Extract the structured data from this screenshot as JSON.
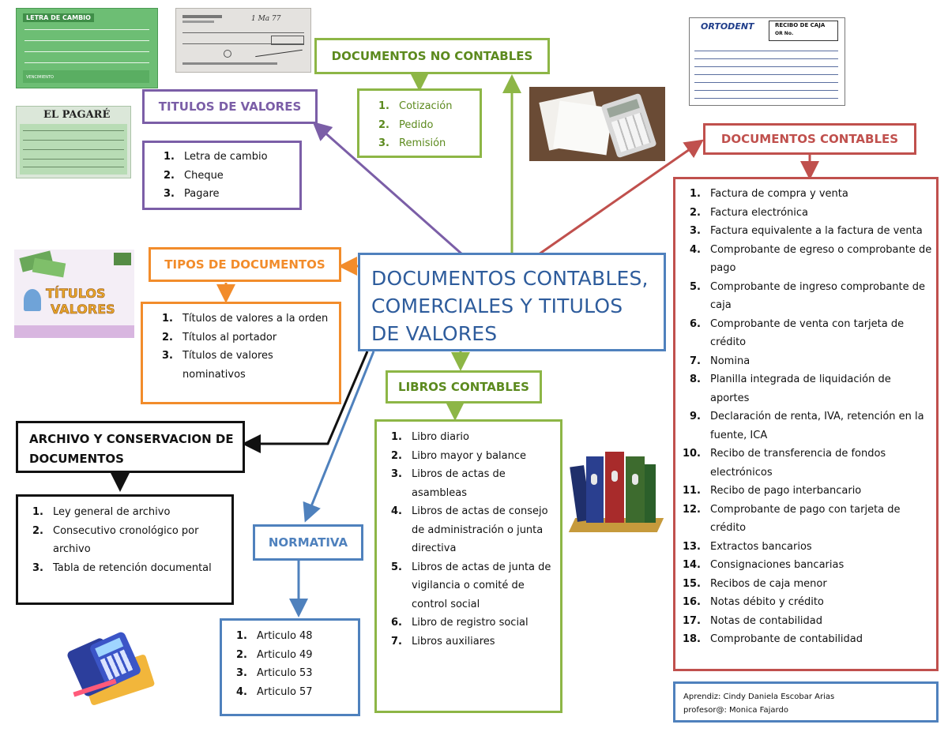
{
  "central": {
    "title": "DOCUMENTOS CONTABLES, COMERCIALES Y TITULOS DE VALORES"
  },
  "titulos": {
    "title": "TITULOS DE VALORES",
    "items": [
      {
        "n": "1.",
        "text": "Letra de cambio"
      },
      {
        "n": "2.",
        "text": "Cheque"
      },
      {
        "n": "3.",
        "text": "Pagare"
      }
    ]
  },
  "no_contables": {
    "title": "DOCUMENTOS NO CONTABLES",
    "items": [
      {
        "n": "1.",
        "text": "Cotización"
      },
      {
        "n": "2.",
        "text": "Pedido"
      },
      {
        "n": "3.",
        "text": "Remisión"
      }
    ]
  },
  "contables": {
    "title": "DOCUMENTOS CONTABLES",
    "items": [
      {
        "n": "1.",
        "text": "Factura de compra y venta"
      },
      {
        "n": "2.",
        "text": "Factura electrónica"
      },
      {
        "n": "3.",
        "text": "Factura equivalente a la factura de venta"
      },
      {
        "n": "4.",
        "text": "Comprobante de egreso o comprobante de pago"
      },
      {
        "n": "5.",
        "text": "Comprobante de ingreso comprobante de caja"
      },
      {
        "n": "6.",
        "text": "Comprobante de venta con tarjeta de crédito"
      },
      {
        "n": "7.",
        "text": "Nomina"
      },
      {
        "n": "8.",
        "text": "Planilla integrada de liquidación de aportes"
      },
      {
        "n": "9.",
        "text": "Declaración de renta, IVA, retención en la fuente, ICA"
      },
      {
        "n": "10.",
        "text": "Recibo de transferencia de fondos electrónicos"
      },
      {
        "n": "11.",
        "text": "Recibo de pago interbancario"
      },
      {
        "n": "12.",
        "text": "Comprobante de pago con tarjeta de crédito"
      },
      {
        "n": "13.",
        "text": "Extractos bancarios"
      },
      {
        "n": "14.",
        "text": "Consignaciones bancarias"
      },
      {
        "n": "15.",
        "text": "Recibos de caja menor"
      },
      {
        "n": "16.",
        "text": "Notas débito y crédito"
      },
      {
        "n": "17.",
        "text": "Notas de contabilidad"
      },
      {
        "n": "18.",
        "text": "Comprobante de contabilidad"
      }
    ]
  },
  "tipos": {
    "title": "TIPOS DE DOCUMENTOS",
    "items": [
      {
        "n": "1.",
        "text": "Títulos de valores a la orden"
      },
      {
        "n": "2.",
        "text": "Títulos al portador"
      },
      {
        "n": "3.",
        "text": "Títulos de valores nominativos"
      }
    ]
  },
  "libros": {
    "title": "LIBROS CONTABLES",
    "items": [
      {
        "n": "1.",
        "text": "Libro diario"
      },
      {
        "n": "2.",
        "text": "Libro mayor y balance"
      },
      {
        "n": "3.",
        "text": "Libros de actas de asambleas"
      },
      {
        "n": "4.",
        "text": "Libros de actas de consejo de administración o junta directiva"
      },
      {
        "n": "5.",
        "text": "Libros de actas de junta de vigilancia o comité de control social"
      },
      {
        "n": "6.",
        "text": "Libro de registro social"
      },
      {
        "n": "7.",
        "text": "Libros auxiliares"
      }
    ]
  },
  "archivo": {
    "title": "ARCHIVO Y CONSERVACION DE DOCUMENTOS",
    "items": [
      {
        "n": "1.",
        "text": "Ley general de archivo"
      },
      {
        "n": "2.",
        "text": "Consecutivo cronológico por archivo"
      },
      {
        "n": "3.",
        "text": "Tabla de retención documental"
      }
    ]
  },
  "normativa": {
    "title": "NORMATIVA",
    "items": [
      {
        "n": "1.",
        "text": "Articulo 48"
      },
      {
        "n": "2.",
        "text": "Articulo 49"
      },
      {
        "n": "3.",
        "text": "Articulo 53"
      },
      {
        "n": "4.",
        "text": "Articulo 57"
      }
    ]
  },
  "credits": {
    "aprendiz": "Aprendiz: Cindy Daniela Escobar Arias",
    "profesor": "profesor@: Monica Fajardo"
  },
  "pictures": {
    "letra": {
      "header": "LETRA DE CAMBIO",
      "footer": "VENCIMIENTO"
    },
    "pagare": {
      "header": "EL PAGARÉ"
    },
    "recibo": {
      "brand": "ORTODENT",
      "title": "RECIBO DE CAJA",
      "no": "OR No."
    },
    "titulos_img": {
      "line1": "TÍTULOS",
      "line2": "VALORES"
    }
  },
  "colors": {
    "purple": "#7b5ea7",
    "green": "#8db646",
    "red": "#c0504d",
    "orange": "#f28c2b",
    "blue": "#4f81bd",
    "black": "#111111"
  }
}
